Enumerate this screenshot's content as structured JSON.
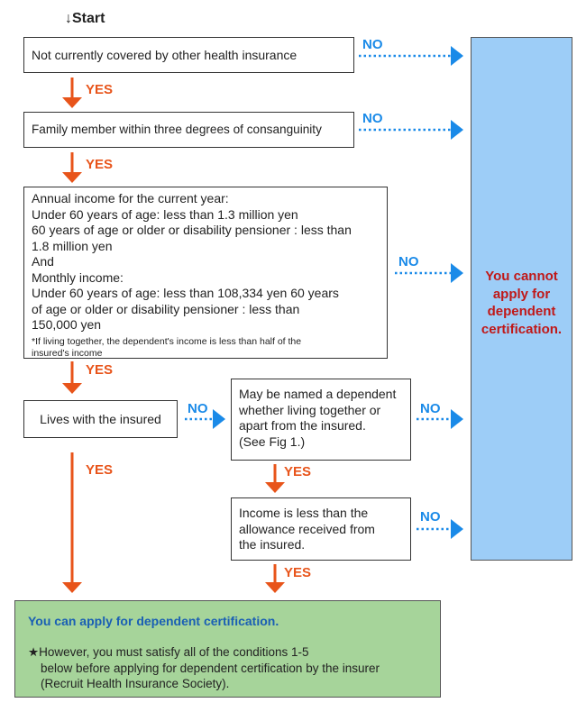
{
  "start_label": "↓Start",
  "steps": {
    "not_covered": "Not currently covered by other health insurance",
    "family_member": "Family member within three degrees of consanguinity",
    "income_lines": [
      "Annual income for the current year:",
      "Under 60 years of age: less than 1.3 million yen",
      "60 years of age or older or disability pensioner : less than",
      "1.8 million yen",
      "And",
      "Monthly income:",
      "Under 60 years of age: less than 108,334 yen 60 years",
      "of age or older or  disability pensioner : less than",
      "150,000 yen"
    ],
    "income_note_lines": [
      "*If living together, the dependent's income is less than half of the",
      "insured's income"
    ],
    "lives_with": "Lives with the insured",
    "named_dependent_lines": [
      "May be named a dependent",
      "whether living together or",
      "apart from the insured.",
      "(See Fig 1.)"
    ],
    "allowance_lines": [
      "Income is less than the",
      "allowance received from",
      "the insured."
    ]
  },
  "yes_label": "YES",
  "no_label": "NO",
  "cannot_lines": [
    "You cannot",
    "apply for",
    "dependent",
    "certification."
  ],
  "can_title": "You can apply for dependent certification.",
  "can_note_lines": [
    "★However, you must satisfy all of the conditions 1-5",
    "below before applying for dependent certification by the insurer",
    "(Recruit Health Insurance Society)."
  ],
  "colors": {
    "yes": "#e8541a",
    "no": "#1a8ae8",
    "cannot_fill": "#9dcdf7",
    "cannot_text": "#c01818",
    "can_fill": "#a6d49a",
    "can_title": "#1a5fb4"
  }
}
